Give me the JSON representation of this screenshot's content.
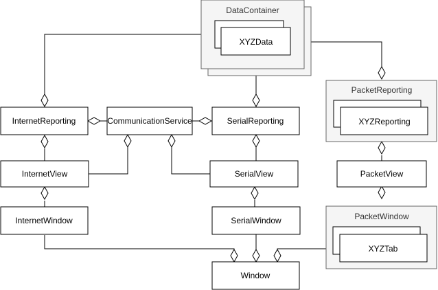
{
  "diagram": {
    "data_container": {
      "title": "DataContainer",
      "inner": "XYZData"
    },
    "packet_reporting": {
      "title": "PacketReporting",
      "inner": "XYZReporting"
    },
    "packet_window": {
      "title": "PacketWindow",
      "inner": "XYZTab"
    },
    "nodes": {
      "internet_reporting": "InternetReporting",
      "communication_service": "CommunicationService",
      "serial_reporting": "SerialReporting",
      "internet_view": "InternetView",
      "serial_view": "SerialView",
      "packet_view": "PacketView",
      "internet_window": "InternetWindow",
      "serial_window": "SerialWindow",
      "window": "Window"
    }
  },
  "colors": {
    "line": "#000000",
    "box_fill": "#ffffff",
    "group_fill": "#f5f5f5",
    "group_stroke": "#666666",
    "group_title": "#333333"
  }
}
